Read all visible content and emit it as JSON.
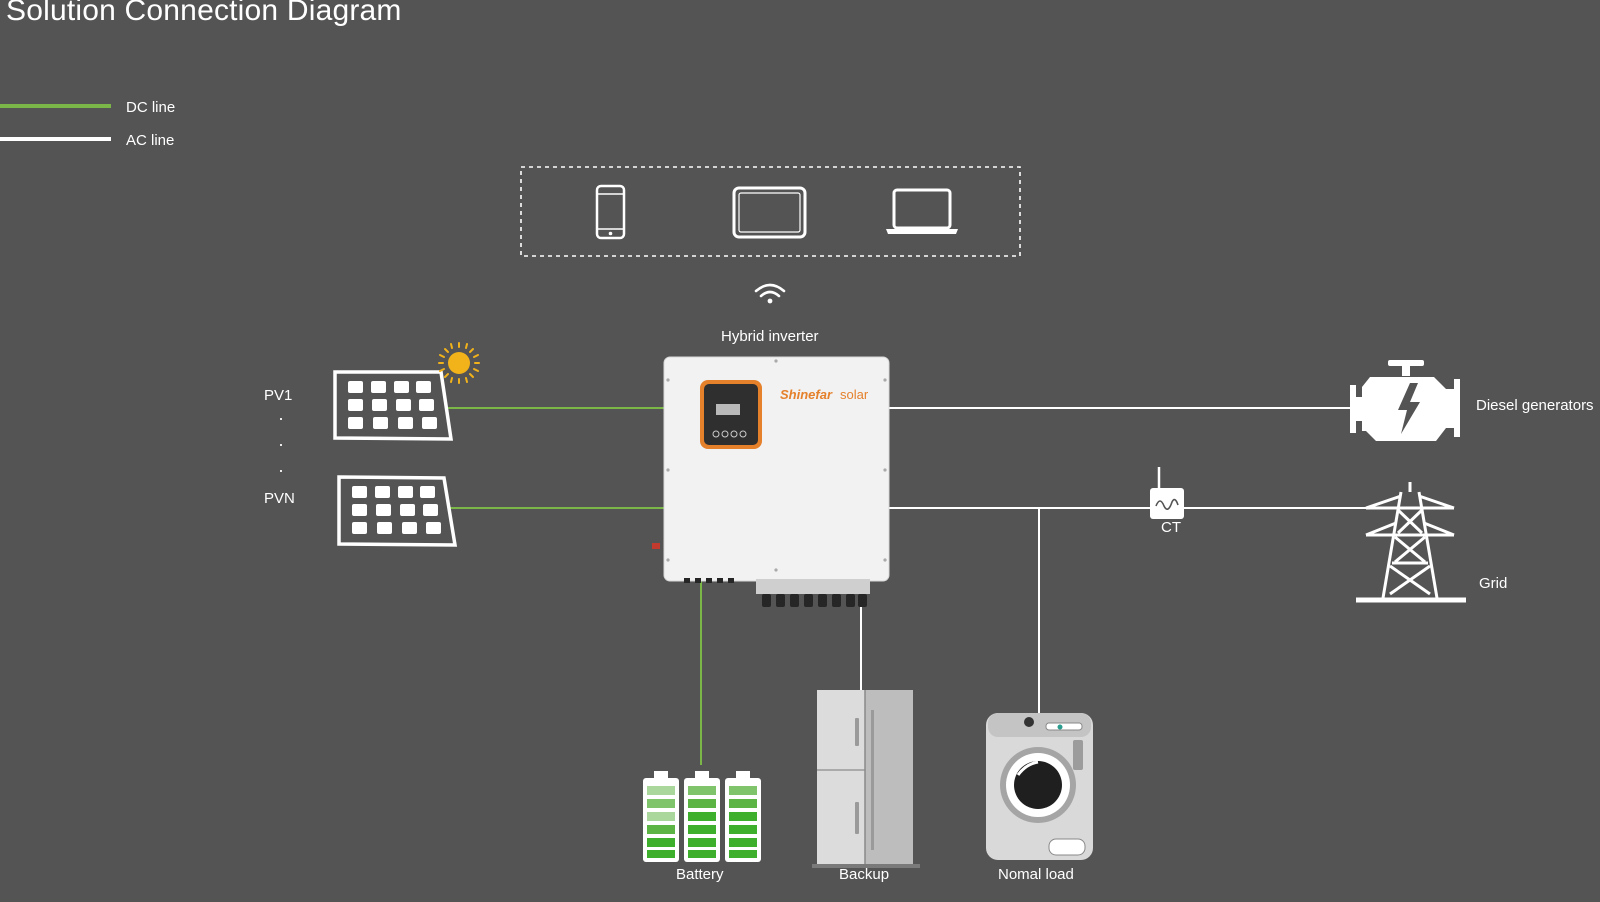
{
  "title": "Solution Connection Diagram",
  "legend": [
    {
      "label": "DC line",
      "color": "#7ab648"
    },
    {
      "label": "AC line",
      "color": "#ffffff"
    }
  ],
  "colors": {
    "background": "#545454",
    "dc_line": "#7ab648",
    "ac_line": "#ffffff",
    "inverter_accent": "#e5802b",
    "battery_green": "#3daf2c"
  },
  "devices_panel": {
    "icons": [
      "smartphone-icon",
      "tablet-icon",
      "laptop-icon"
    ]
  },
  "wifi_icon": "wifi-icon",
  "inverter": {
    "label": "Hybrid inverter",
    "brand_name": "Shinefar",
    "brand_suffix": "solar"
  },
  "pv": {
    "top_label": "PV1",
    "bottom_label": "PVN",
    "dots": "·"
  },
  "ct_label": "CT",
  "diesel_label": "Diesel generators",
  "grid_label": "Grid",
  "battery_label": "Battery",
  "backup_label": "Backup",
  "load_label": "Nomal load"
}
